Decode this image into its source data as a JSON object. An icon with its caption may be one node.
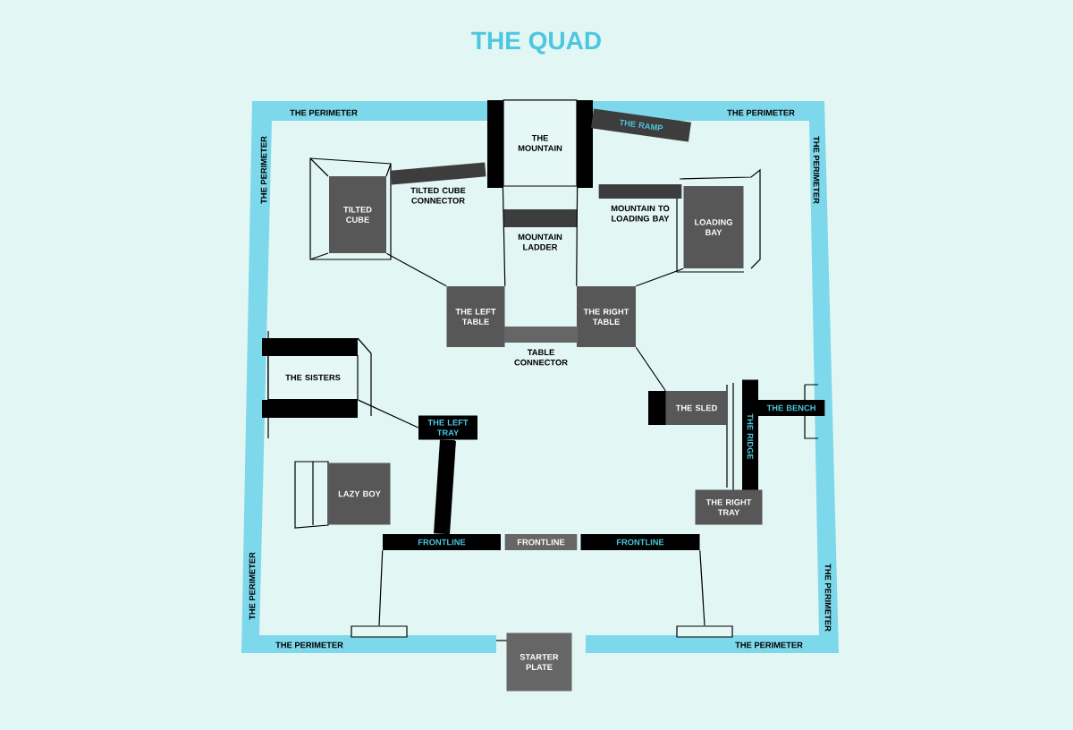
{
  "diagram": {
    "title": "THE QUAD",
    "nodes": [
      {
        "text": [
          "THE MOUNTAIN"
        ]
      },
      {
        "text": [
          "THE RAMP"
        ]
      },
      {
        "text": [
          "TILTED CUBE"
        ]
      },
      {
        "text": [
          "TILTED CUBE CONNECTOR"
        ]
      },
      {
        "text": [
          "MOUNTAIN TO LOADING BAY"
        ]
      },
      {
        "text": [
          "LOADING BAY"
        ]
      },
      {
        "text": [
          "MOUNTAIN LADDER"
        ]
      },
      {
        "text": [
          "THE LEFT TABLE"
        ]
      },
      {
        "text": [
          "THE RIGHT TABLE"
        ]
      },
      {
        "text": [
          "TABLE CONNECTOR"
        ]
      },
      {
        "text": [
          "THE SISTERS"
        ]
      },
      {
        "text": [
          "THE SLED"
        ]
      },
      {
        "text": [
          "THE RIDGE"
        ]
      },
      {
        "text": [
          "THE BENCH"
        ]
      },
      {
        "text": [
          "THE LEFT TRAY"
        ]
      },
      {
        "text": [
          "LAZY BOY"
        ]
      },
      {
        "text": [
          "THE RIGHT TRAY"
        ]
      },
      {
        "text": [
          "FRONTLINE"
        ]
      },
      {
        "text": [
          "FRONTLINE"
        ]
      },
      {
        "text": [
          "FRONTLINE"
        ]
      },
      {
        "text": [],
        "shape": "box"
      },
      {
        "text": [],
        "shape": "box"
      },
      {
        "text": [
          "STARTER PLATE"
        ]
      }
    ],
    "edges": [
      {
        "from": 2,
        "to": 7,
        "arrow": "none"
      },
      {
        "from": 5,
        "to": 8,
        "arrow": "none"
      },
      {
        "from": 8,
        "to": 11,
        "arrow": "none"
      },
      {
        "from": 10,
        "to": 14,
        "arrow": "none"
      },
      {
        "from": 14,
        "to": 17,
        "arrow": "none",
        "style": "thick"
      },
      {
        "from": 17,
        "to": 20,
        "arrow": "none"
      },
      {
        "from": 19,
        "to": 21,
        "arrow": "none"
      },
      {
        "from": 0,
        "to": 7,
        "arrow": "none"
      },
      {
        "from": 0,
        "to": 8,
        "arrow": "none"
      }
    ],
    "labels": [
      "THE PERIMETER",
      "THE PERIMETER",
      "THE PERIMETER",
      "THE PERIMETER",
      "THE PERIMETER",
      "THE PERIMETER",
      "THE PERIMETER",
      "THE PERIMETER"
    ]
  }
}
